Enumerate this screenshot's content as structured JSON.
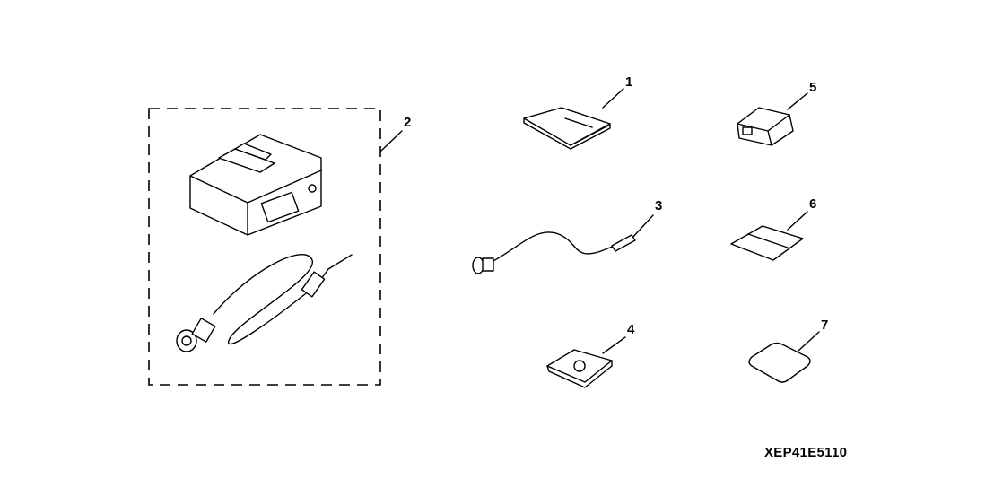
{
  "callouts": {
    "p1": "1",
    "p2": "2",
    "p3": "3",
    "p4": "4",
    "p5": "5",
    "p6": "6",
    "p7": "7"
  },
  "diagram_code": "XEP41E5110"
}
